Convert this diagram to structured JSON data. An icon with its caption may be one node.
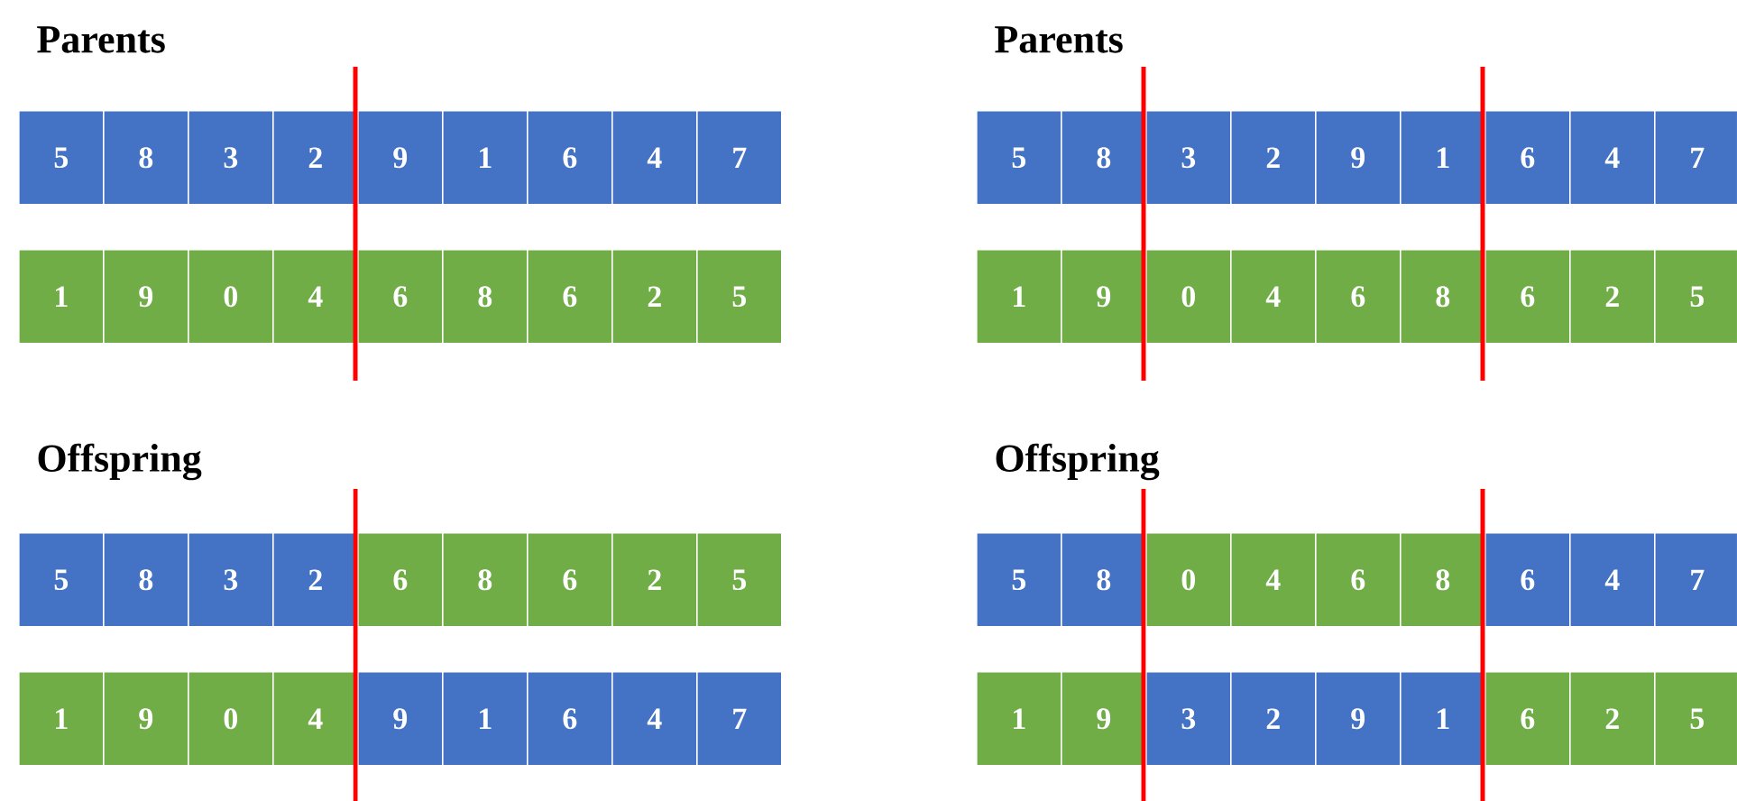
{
  "diagram": {
    "nodes": [
      {
        "text": [
          "5"
        ]
      },
      {
        "text": [
          "8"
        ]
      },
      {
        "text": [
          "3"
        ]
      },
      {
        "text": [
          "2"
        ]
      },
      {
        "text": [
          "9"
        ]
      },
      {
        "text": [
          "1"
        ]
      },
      {
        "text": [
          "6"
        ]
      },
      {
        "text": [
          "4"
        ]
      },
      {
        "text": [
          "7"
        ]
      },
      {
        "text": [
          "1"
        ]
      },
      {
        "text": [
          "9"
        ]
      },
      {
        "text": [
          "0"
        ]
      },
      {
        "text": [
          "4"
        ]
      },
      {
        "text": [
          "6"
        ]
      },
      {
        "text": [
          "8"
        ]
      },
      {
        "text": [
          "6"
        ]
      },
      {
        "text": [
          "2"
        ]
      },
      {
        "text": [
          "5"
        ]
      },
      {
        "text": [
          "5"
        ]
      },
      {
        "text": [
          "8"
        ]
      },
      {
        "text": [
          "3"
        ]
      },
      {
        "text": [
          "2"
        ]
      },
      {
        "text": [
          "9"
        ]
      },
      {
        "text": [
          "1"
        ]
      },
      {
        "text": [
          "6"
        ]
      },
      {
        "text": [
          "4"
        ]
      },
      {
        "text": [
          "7"
        ]
      },
      {
        "text": [
          "1"
        ]
      },
      {
        "text": [
          "9"
        ]
      },
      {
        "text": [
          "0"
        ]
      },
      {
        "text": [
          "4"
        ]
      },
      {
        "text": [
          "6"
        ]
      },
      {
        "text": [
          "8"
        ]
      },
      {
        "text": [
          "6"
        ]
      },
      {
        "text": [
          "2"
        ]
      },
      {
        "text": [
          "5"
        ]
      },
      {
        "text": [
          "5"
        ]
      },
      {
        "text": [
          "8"
        ]
      },
      {
        "text": [
          "3"
        ]
      },
      {
        "text": [
          "2"
        ]
      },
      {
        "text": [
          "6"
        ]
      },
      {
        "text": [
          "8"
        ]
      },
      {
        "text": [
          "6"
        ]
      },
      {
        "text": [
          "2"
        ]
      },
      {
        "text": [
          "5"
        ]
      },
      {
        "text": [
          "1"
        ]
      },
      {
        "text": [
          "9"
        ]
      },
      {
        "text": [
          "0"
        ]
      },
      {
        "text": [
          "4"
        ]
      },
      {
        "text": [
          "9"
        ]
      },
      {
        "text": [
          "1"
        ]
      },
      {
        "text": [
          "6"
        ]
      },
      {
        "text": [
          "4"
        ]
      },
      {
        "text": [
          "7"
        ]
      },
      {
        "text": [
          "5"
        ]
      },
      {
        "text": [
          "8"
        ]
      },
      {
        "text": [
          "0"
        ]
      },
      {
        "text": [
          "4"
        ]
      },
      {
        "text": [
          "6"
        ]
      },
      {
        "text": [
          "8"
        ]
      },
      {
        "text": [
          "6"
        ]
      },
      {
        "text": [
          "4"
        ]
      },
      {
        "text": [
          "7"
        ]
      },
      {
        "text": [
          "1"
        ]
      },
      {
        "text": [
          "9"
        ]
      },
      {
        "text": [
          "3"
        ]
      },
      {
        "text": [
          "2"
        ]
      },
      {
        "text": [
          "9"
        ]
      },
      {
        "text": [
          "1"
        ]
      },
      {
        "text": [
          "6"
        ]
      },
      {
        "text": [
          "2"
        ]
      },
      {
        "text": [
          "5"
        ]
      }
    ],
    "labels": [
      "Parents",
      "Parents",
      "Offspring",
      "Offspring"
    ]
  }
}
